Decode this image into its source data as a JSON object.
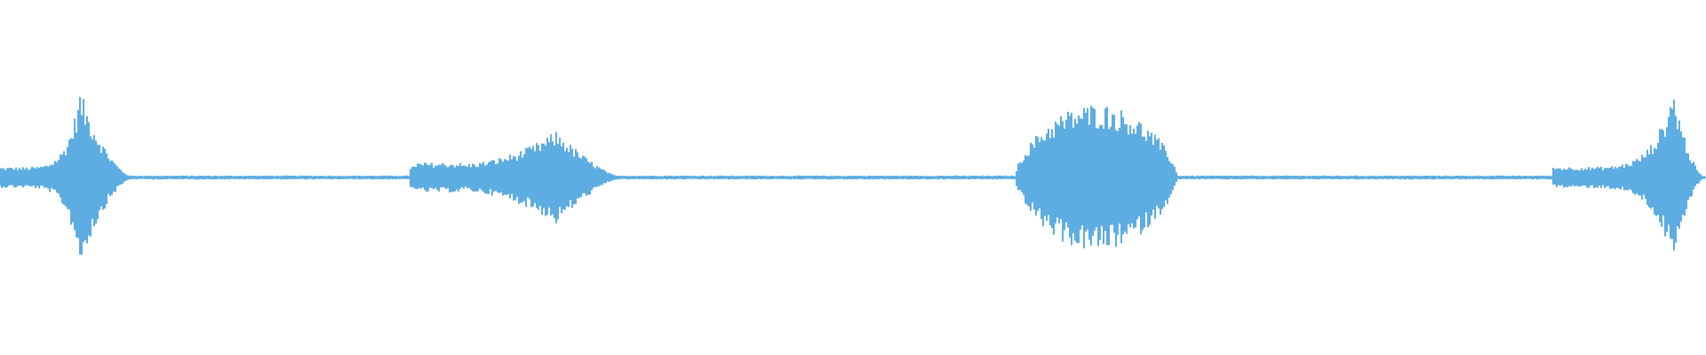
{
  "waveform": {
    "color": "#5DADE2",
    "background": "#FFFFFF",
    "noise_floor": 0.012,
    "bursts": [
      {
        "name": "burst-1",
        "start_frac": 0.0,
        "peak_frac": 0.047,
        "end_frac": 0.08,
        "peak_amp": 0.52,
        "shape": "spike"
      },
      {
        "name": "burst-2",
        "start_frac": 0.24,
        "peak_frac": 0.326,
        "end_frac": 0.365,
        "peak_amp": 0.28,
        "shape": "swell"
      },
      {
        "name": "burst-3",
        "start_frac": 0.595,
        "peak_frac": 0.637,
        "end_frac": 0.69,
        "peak_amp": 0.44,
        "shape": "dome"
      },
      {
        "name": "burst-4",
        "start_frac": 0.91,
        "peak_frac": 0.981,
        "end_frac": 1.0,
        "peak_amp": 0.53,
        "shape": "spike"
      }
    ]
  }
}
